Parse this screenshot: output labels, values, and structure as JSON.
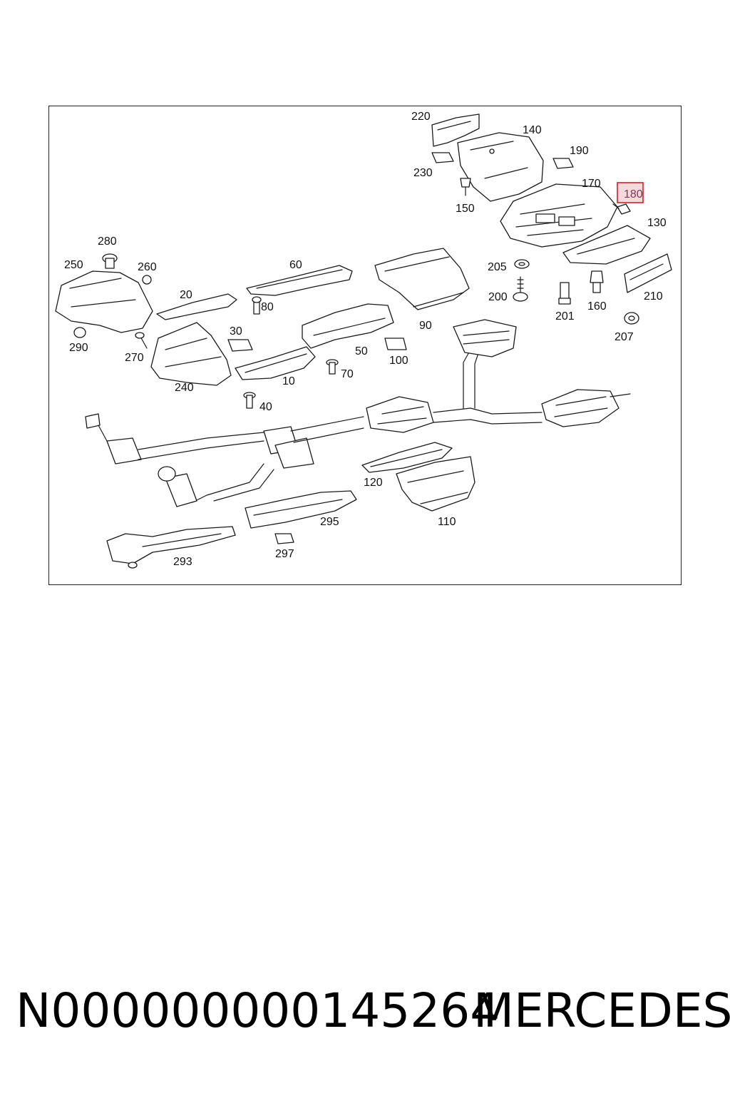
{
  "diagram": {
    "callouts": [
      "220",
      "140",
      "190",
      "230",
      "170",
      "180",
      "150",
      "130",
      "280",
      "250",
      "260",
      "60",
      "205",
      "20",
      "80",
      "200",
      "201",
      "160",
      "210",
      "90",
      "30",
      "207",
      "290",
      "50",
      "270",
      "100",
      "70",
      "240",
      "10",
      "40",
      "120",
      "295",
      "110",
      "297",
      "293"
    ],
    "highlighted_callout": "180"
  },
  "footer": {
    "part_number": "N000000000145264",
    "brand": "MERCEDES"
  },
  "colors": {
    "highlight_border": "#d21f2a",
    "highlight_fill": "#f7d9dc",
    "line": "#1a1a1a"
  }
}
